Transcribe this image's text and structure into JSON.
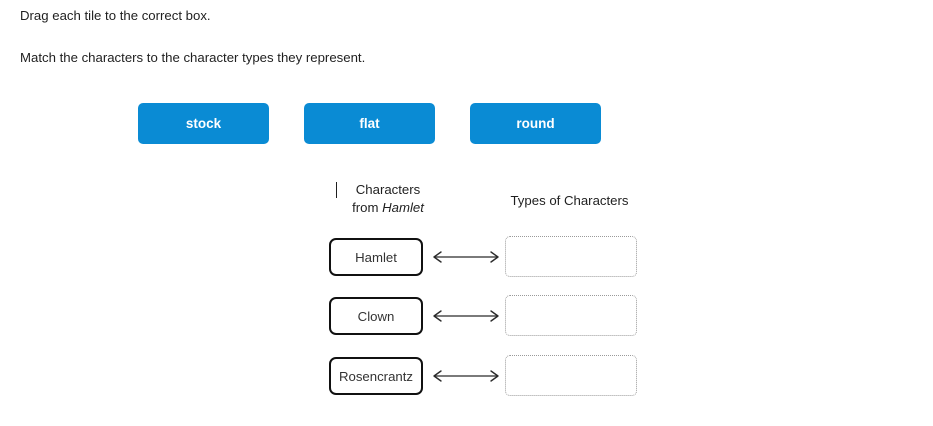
{
  "instructions": {
    "line1": "Drag each tile to the correct box.",
    "line2": "Match the characters to the character types they represent."
  },
  "tiles": [
    {
      "label": "stock"
    },
    {
      "label": "flat"
    },
    {
      "label": "round"
    }
  ],
  "columns": {
    "left_heading_line1": "Characters",
    "left_heading_line2_prefix": "from ",
    "left_heading_line2_italic": "Hamlet",
    "right_heading": "Types of Characters"
  },
  "rows": [
    {
      "source": "Hamlet",
      "target": "",
      "arrow": "double-headed-arrow"
    },
    {
      "source": "Clown",
      "target": "",
      "arrow": "double-headed-arrow"
    },
    {
      "source": "Rosencrantz",
      "target": "",
      "arrow": "double-headed-arrow"
    }
  ],
  "colors": {
    "tile_background": "#0a8bd4",
    "tile_text": "#ffffff",
    "body_text": "#1f1f1f",
    "source_border": "#111111",
    "target_border": "#9a9a9a",
    "page_background": "#ffffff"
  }
}
